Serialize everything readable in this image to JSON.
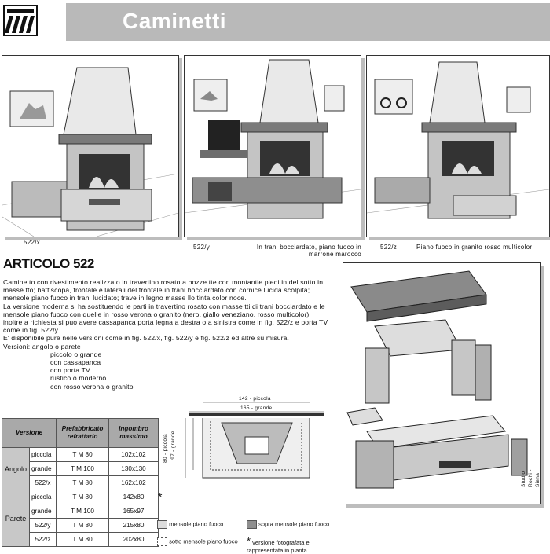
{
  "header": {
    "title": "Caminetti"
  },
  "photos": [
    {
      "code": "522/x",
      "caption": ""
    },
    {
      "code": "522/y",
      "caption": "In trani bocciardato, piano fuoco in marrone marocco"
    },
    {
      "code": "522/z",
      "caption": "Piano fuoco in granito rosso multicolor"
    }
  ],
  "article": {
    "title": "ARTICOLO 522",
    "paragraphs": [
      "Caminetto con rivestimento realizzato in travertino rosato a bozze tte con montantie piedi in del sotto in masse tto; battiscopa, frontale e laterali del frontale in trani bocciardato con cornice lucida scolpita; mensole piano fuoco in trani lucidato; trave in legno masse llo tinta color noce.",
      "La versione moderna si ha sostituendo le parti in travertino rosato con masse tti di trani bocciardato e le mensole piano fuoco con quelle in rosso verona o granito (nero, giallo veneziano, rosso multicolor); inoltre a richiesta si puo avere cassapanca porta legna a destra o a sinistra come in fig. 522/z e porta TV come in fig. 522/y.",
      "E' disponibile pure nelle versioni come in fig. 522/x,  fig. 522/y e fig. 522/z ed altre su misura."
    ],
    "versions_label": "Versioni:",
    "versions_list": [
      "angolo o parete",
      "piccolo o grande",
      "con cassapanca",
      "con porta TV",
      "rustico o moderno",
      "con rosso verona o granito"
    ]
  },
  "table": {
    "headers": [
      "Versione",
      "Prefabbricato refrattario",
      "Ingombro massimo"
    ],
    "groups": [
      {
        "name": "Angolo",
        "rows": [
          [
            "piccola",
            "T M 80",
            "102x102"
          ],
          [
            "grande",
            "T M 100",
            "130x130"
          ],
          [
            "522/x",
            "T M 80",
            "162x102"
          ]
        ]
      },
      {
        "name": "Parete",
        "rows": [
          [
            "piccola",
            "T M 80",
            "142x80"
          ],
          [
            "grande",
            "T M 100",
            "165x97"
          ],
          [
            "522/y",
            "T M 80",
            "215x80"
          ],
          [
            "522/z",
            "T M 80",
            "202x80"
          ]
        ]
      }
    ],
    "star": "*"
  },
  "diagram": {
    "dim_small_w": "142 - piccola",
    "dim_large_w": "165 - grande",
    "dim_small_d": "80 - piccola",
    "dim_large_d": "97 - grande"
  },
  "legend": {
    "items": [
      "mensole piano fuoco",
      "sopra mensole piano fuoco",
      "sotto mensole piano fuoco",
      "versione fotografata e rappresentata in pianta"
    ],
    "star": "*"
  },
  "credit": "Studio Rochi - Siena",
  "colors": {
    "title_bar": "#b9b9b9",
    "table_header": "#a9a9a9",
    "shadow": "#bdbdbd"
  }
}
